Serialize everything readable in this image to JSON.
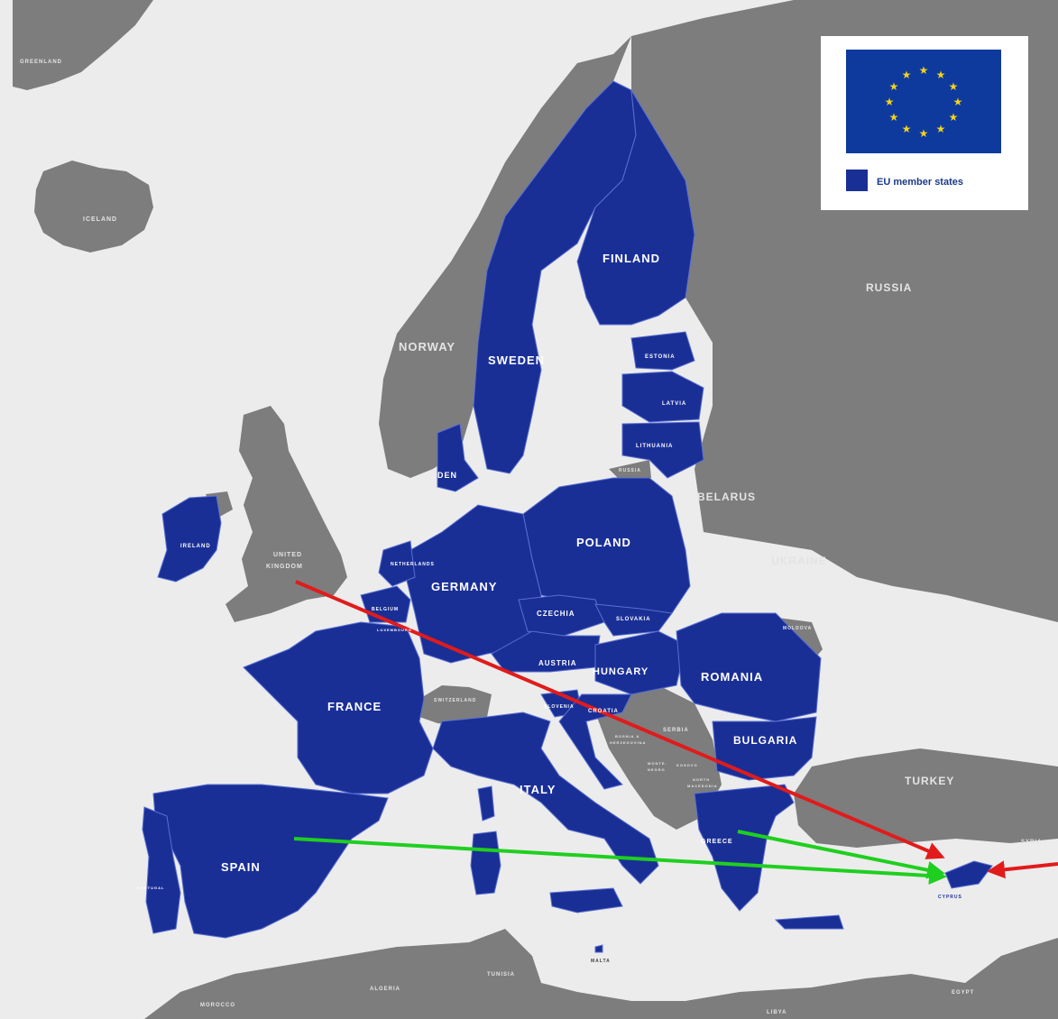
{
  "colors": {
    "sea": "#ececec",
    "non_eu_land": "#7d7d7d",
    "eu_land": "#1a2f96",
    "border": "#5a6fd0",
    "arrow_red": "#e11b1b",
    "arrow_green": "#1fcf1f",
    "flag_blue": "#0e3a9e",
    "flag_star": "#f3d21a"
  },
  "legend": {
    "label": "EU member states"
  },
  "labels": {
    "greenland": "GREENLAND",
    "iceland": "ICELAND",
    "norway": "NORWAY",
    "sweden": "SWEDEN",
    "finland": "FINLAND",
    "russia": "RUSSIA",
    "estonia": "ESTONIA",
    "latvia": "LATVIA",
    "lithuania": "LITHUANIA",
    "denmark": "DEN",
    "russia_kal": "RUSSIA",
    "belarus": "BELARUS",
    "poland": "POLAND",
    "ukraine": "UKRAINE",
    "ireland": "IRELAND",
    "uk1": "UNITED",
    "uk2": "KINGDOM",
    "netherlands": "NETHERLANDS",
    "germany": "GERMANY",
    "belgium": "BELGIUM",
    "luxembourg": "LUXEMBOURG",
    "czechia": "CZECHIA",
    "slovakia": "SLOVAKIA",
    "moldova": "MOLDOVA",
    "austria": "AUSTRIA",
    "hungary": "HUNGARY",
    "romania": "ROMANIA",
    "france": "FRANCE",
    "switzerland": "SWITZERLAND",
    "slovenia": "SLOVENIA",
    "croatia": "CROATIA",
    "serbia": "SERBIA",
    "bosnia1": "BOSNIA &",
    "bosnia2": "HERZEGOVINA",
    "montenegro1": "MONTE-",
    "montenegro2": "NEGRO",
    "kosovo": "KOSOVO",
    "macedonia1": "NORTH",
    "macedonia2": "MACEDONIA",
    "bulgaria": "BULGARIA",
    "italy": "ITALY",
    "turkey": "TURKEY",
    "greece": "GREECE",
    "syria": "SYRIA",
    "spain": "SPAIN",
    "portugal": "PORTUGAL",
    "cyprus": "CYPRUS",
    "malta": "MALTA",
    "tunisia": "TUNISIA",
    "algeria": "ALGERIA",
    "morocco": "MOROCCO",
    "libya": "LIBYA",
    "egypt": "EGYPT"
  }
}
